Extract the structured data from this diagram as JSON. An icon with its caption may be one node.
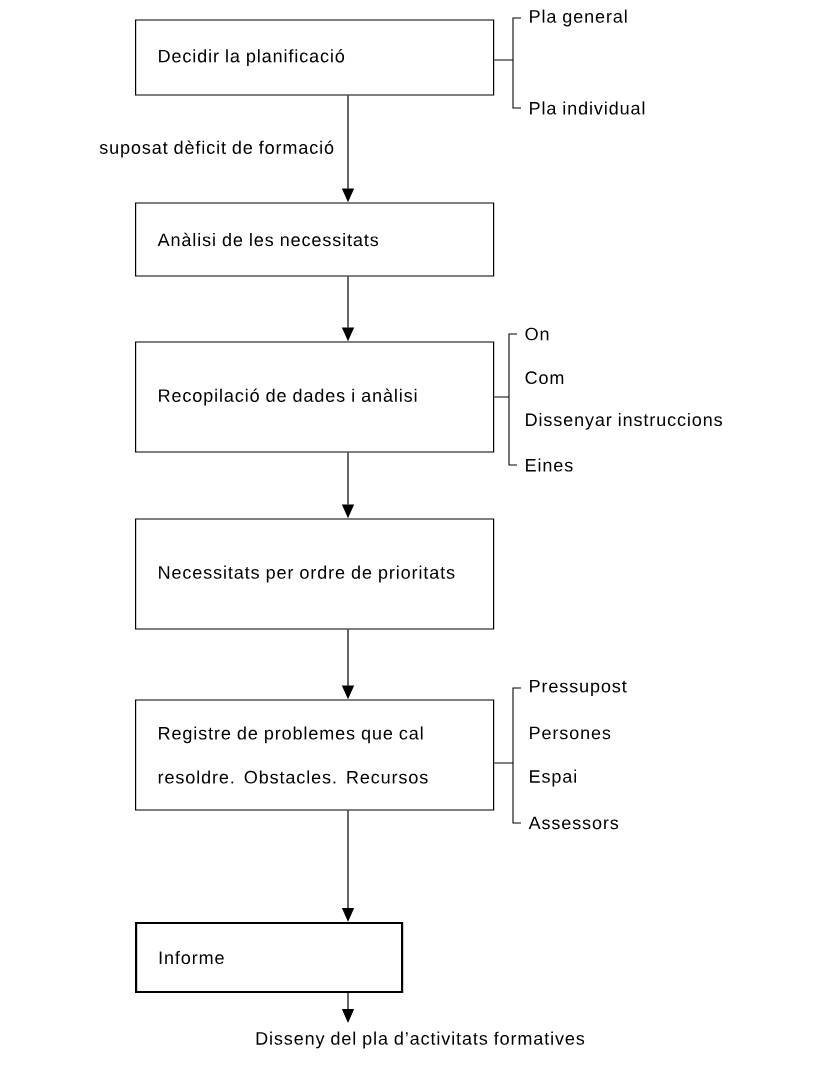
{
  "diagram": {
    "nodes": [
      {
        "text": [
          "Decidir la planificació"
        ],
        "beside": [
          "Pla general",
          "Pla individual"
        ]
      },
      {
        "text": [
          "Anàlisi de les necessitats"
        ]
      },
      {
        "text": [
          "Recopilació de dades i anàlisi"
        ],
        "beside": [
          "On",
          "Com",
          "Dissenyar instruccions",
          "Eines"
        ]
      },
      {
        "text": [
          "Necessitats per ordre de prioritats"
        ]
      },
      {
        "text": [
          "Registre de problemes que cal resoldre. Obstacles. Recursos"
        ],
        "beside": [
          "Pressupost",
          "Persones",
          "Espai",
          "Assessors"
        ]
      },
      {
        "text": [
          "Informe"
        ]
      },
      {
        "text": [
          "Disseny del pla d’activitats formatives"
        ]
      }
    ],
    "edges": [
      {
        "from": 0,
        "to": 1,
        "arrow": "to",
        "label": "suposat dèficit de formació"
      },
      {
        "from": 1,
        "to": 2,
        "arrow": "to"
      },
      {
        "from": 2,
        "to": 3,
        "arrow": "to"
      },
      {
        "from": 3,
        "to": 4,
        "arrow": "to"
      },
      {
        "from": 4,
        "to": 5,
        "arrow": "to"
      },
      {
        "from": 5,
        "to": 6,
        "arrow": "to"
      }
    ]
  }
}
